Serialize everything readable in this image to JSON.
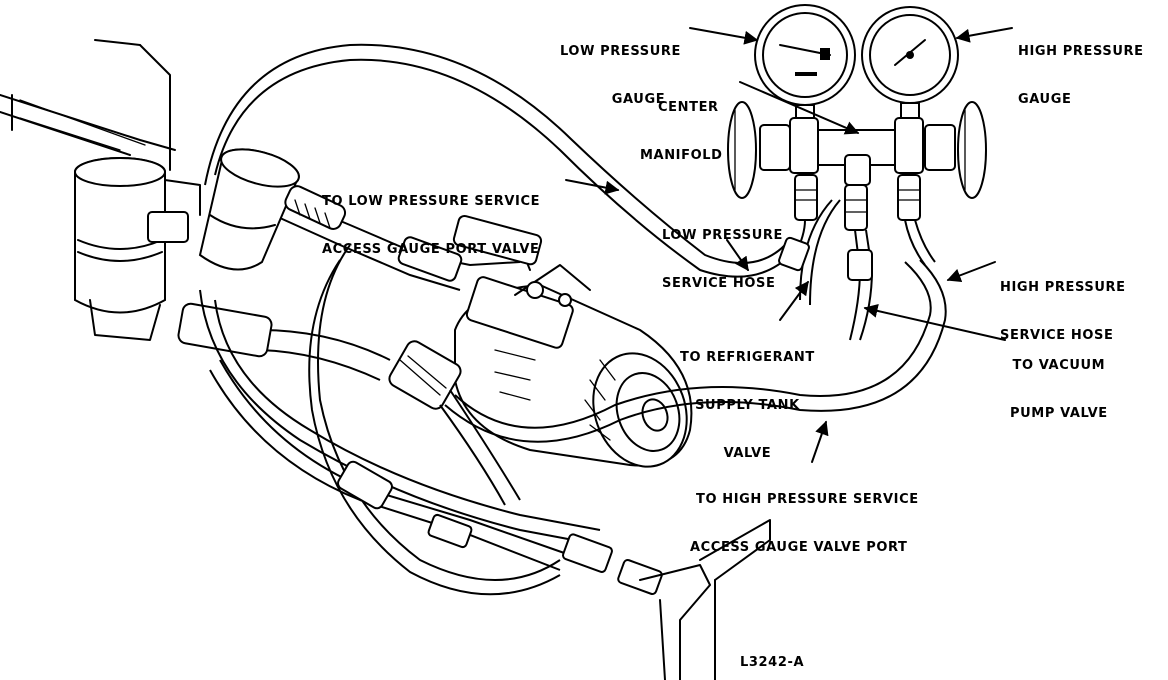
{
  "labels": {
    "low_pressure_gauge": [
      "LOW PRESSURE",
      "GAUGE"
    ],
    "high_pressure_gauge": [
      "HIGH PRESSURE",
      "GAUGE"
    ],
    "center_manifold": [
      "CENTER",
      "MANIFOLD"
    ],
    "to_low_pressure_port": [
      "TO LOW PRESSURE SERVICE",
      "ACCESS GAUGE PORT VALVE"
    ],
    "low_pressure_hose": [
      "LOW PRESSURE",
      "SERVICE HOSE"
    ],
    "high_pressure_hose": [
      "HIGH PRESSURE",
      "SERVICE HOSE"
    ],
    "refrigerant_supply": [
      "TO REFRIGERANT",
      "SUPPLY TANK",
      "VALVE"
    ],
    "vacuum_pump": [
      "TO VACUUM",
      "PUMP VALVE"
    ],
    "to_high_pressure_port": [
      "TO HIGH PRESSURE SERVICE",
      "ACCESS GAUGE VALVE PORT"
    ],
    "figure_id": "L3242-A"
  }
}
